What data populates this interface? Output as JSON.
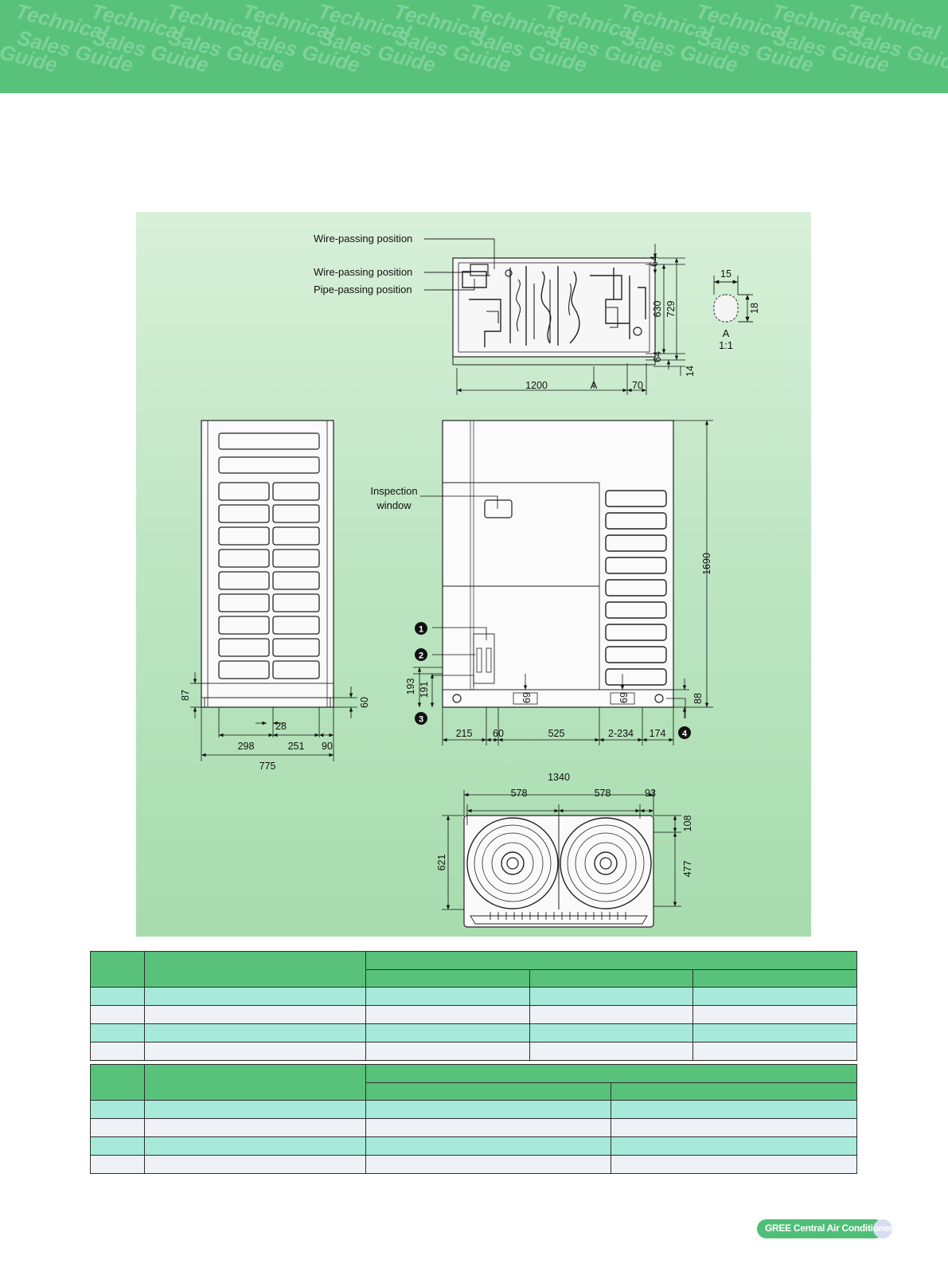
{
  "banner": {
    "watermark_row1": "Technical",
    "watermark_row2": "Sales Guide"
  },
  "drawing": {
    "top_view": {
      "label_wire_1": "Wire-passing position",
      "label_wire_2": "Wire-passing position",
      "label_pipe": "Pipe-passing position",
      "dim_64_top": "64",
      "dim_630": "630",
      "dim_729": "729",
      "dim_64_bottom": "64",
      "dim_14": "14",
      "dim_1200": "1200",
      "dim_70": "70",
      "section_marker": "A"
    },
    "detail_a": {
      "dim_15": "15",
      "dim_18": "18",
      "label": "A",
      "scale": "1:1"
    },
    "side_view": {
      "dim_87": "87",
      "dim_60": "60",
      "dim_28": "28",
      "dim_298": "298",
      "dim_251": "251",
      "dim_90": "90",
      "dim_775": "775"
    },
    "front_view": {
      "inspection_line1": "Inspection",
      "inspection_line2": "window",
      "dim_1690": "1690",
      "dim_193": "193",
      "dim_191": "191",
      "dim_69_a": "69",
      "dim_69_b": "69",
      "dim_88": "88",
      "dim_215": "215",
      "dim_60": "60",
      "dim_525": "525",
      "dim_2_234": "2-234",
      "dim_174": "174",
      "callout_1": "1",
      "callout_2": "2",
      "callout_3": "3",
      "callout_4": "4"
    },
    "bottom_view": {
      "dim_1340": "1340",
      "dim_578_a": "578",
      "dim_578_b": "578",
      "dim_93": "93",
      "dim_108": "108",
      "dim_621": "621",
      "dim_477": "477"
    }
  },
  "colors": {
    "banner_green": "#58c27a",
    "table_header_green": "#58c27a",
    "table_row_mint": "#a7eada",
    "table_row_light": "#eef2f7"
  },
  "footer": {
    "brand": "GREE Central Air Conditioners"
  }
}
